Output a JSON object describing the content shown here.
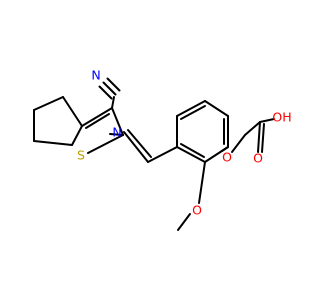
{
  "molecule": {
    "atoms": {
      "cyano_n": {
        "text": "N",
        "color": "#0000ff"
      },
      "imine_n": {
        "text": "N",
        "color": "#0000ff"
      },
      "thiophene_s": {
        "text": "S",
        "color": "#b8a000"
      },
      "ether_o": {
        "text": "O",
        "color": "#ff0000"
      },
      "methoxy_o": {
        "text": "O",
        "color": "#ff0000"
      },
      "carbonyl_o": {
        "text": "O",
        "color": "#ff0000"
      },
      "hydroxyl_o": {
        "text": "OH",
        "color": "#ff0000"
      }
    },
    "bond_color": "#000000"
  }
}
